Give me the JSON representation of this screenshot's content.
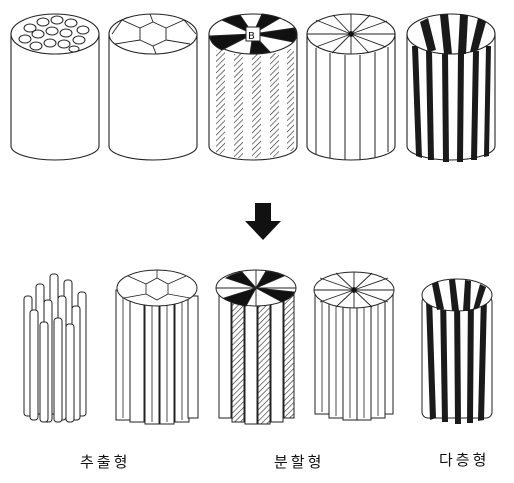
{
  "figure": {
    "top_row": [
      {
        "kind": "fibril-bundle"
      },
      {
        "kind": "segmented-honeycomb"
      },
      {
        "kind": "pie-with-hatched-segments"
      },
      {
        "kind": "pie-segments"
      },
      {
        "kind": "striped-layers"
      }
    ],
    "arrow": {
      "icon": "down-arrow-icon"
    },
    "bottom_row": [
      {
        "kind": "separated-fibers"
      },
      {
        "kind": "separated-segments"
      },
      {
        "kind": "split-hatched-segments"
      },
      {
        "kind": "split-pie-segments"
      },
      {
        "kind": "split-layers"
      }
    ],
    "labels": {
      "extraction": "추출형",
      "split": "분할형",
      "multilayer": "다층형"
    }
  }
}
